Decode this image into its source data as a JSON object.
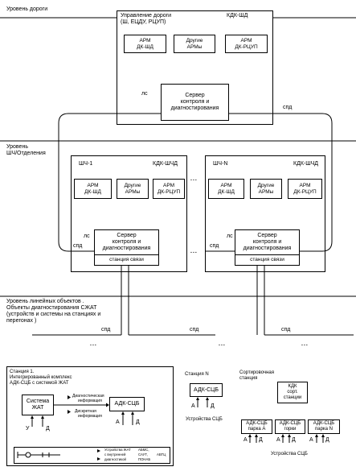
{
  "levels": {
    "road": "Уровень дороги",
    "division": [
      "Уровень",
      "ШЧ/Отделения"
    ],
    "linear": [
      "Уровень линейных объектов .",
      "Объекты диагностирования СЖАТ",
      "(устройств и системы на станциях и",
      "перегонах )"
    ]
  },
  "road_admin": {
    "title": [
      "Управление дороги",
      "(Ш, ЕЦДУ, РЦУП)"
    ],
    "complex": "КДК-ШД",
    "arms": [
      [
        "АРМ",
        "ДК-ШД"
      ],
      [
        "Другие",
        "АРМы"
      ],
      [
        "АРМ",
        "ДК-РЦУП"
      ]
    ],
    "ls": "лс",
    "server": [
      "Сервер",
      "контроля и",
      "диагностирования"
    ],
    "spd": "спд"
  },
  "divisions": [
    {
      "name": "ШЧ-1",
      "complex": "КДК-ШЧД",
      "arms": [
        [
          "АРМ",
          "ДК-ШД"
        ],
        [
          "Другие",
          "АРМы"
        ],
        [
          "АРМ",
          "ДК-РЦУП"
        ]
      ],
      "ls": "лс",
      "spd": "спд",
      "server": [
        "Сервер",
        "контроля и",
        "диагностирования"
      ],
      "station": "станция связи"
    },
    {
      "name": "ШЧ-N",
      "complex": "КДК-ШЧД",
      "arms": [
        [
          "АРМ",
          "ДК-ШД"
        ],
        [
          "Другие",
          "АРМы"
        ],
        [
          "АРМ",
          "ДК-РЦУП"
        ]
      ],
      "ls": "лс",
      "spd": "спд",
      "server": [
        "Сервер",
        "контроля и",
        "диагностирования"
      ],
      "station": "станция связи"
    }
  ],
  "ellipsis": "...",
  "linear_spd": [
    "спд",
    "спд",
    "спд"
  ],
  "station1": {
    "title": [
      "Станция 1.",
      "Интегрированный комплекс",
      "АДК-СЦБ с системой ЖАТ"
    ],
    "system": [
      "Система",
      "ЖАТ"
    ],
    "diag_info": [
      "Диагностическая",
      "информация"
    ],
    "discrete_info": [
      "Дискретная",
      "информация"
    ],
    "adk": "АДК-СЦБ",
    "adk_inputs": [
      "А",
      "Д"
    ],
    "system_inputs": [
      "У",
      "Д"
    ],
    "legend": {
      "devices": [
        "Устройства ЖАТ",
        "с внутренней",
        "диагностикой"
      ],
      "systems": [
        "АБМС,",
        "САУТ,",
        "ПОНАБ"
      ],
      "other": "АБТЦ"
    }
  },
  "stationN": {
    "title": "Станция N",
    "adk": "АДК-СЦБ",
    "inputs": [
      "А",
      "Д"
    ],
    "devices": "Устройства СЦБ"
  },
  "sort_station": {
    "title": [
      "Сортировочная",
      "станция"
    ],
    "kdk": [
      "КДК",
      "сорт.",
      "станции"
    ],
    "parks": [
      [
        "АДК-СЦБ",
        "парка А"
      ],
      [
        "АДК-СЦБ",
        "горки"
      ],
      [
        "АДК-СЦБ",
        "парка N"
      ]
    ],
    "inputs": [
      "А",
      "Д"
    ],
    "devices": "Устройства СЦБ"
  }
}
